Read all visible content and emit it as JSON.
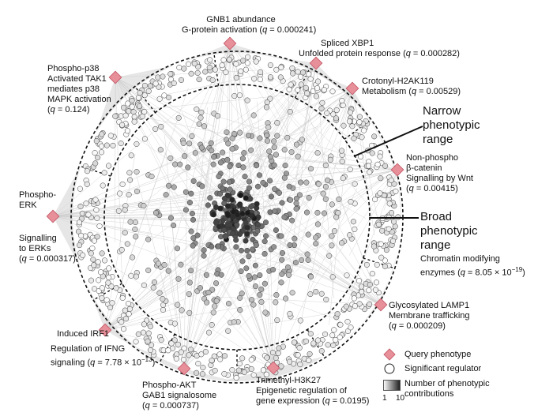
{
  "phenotypes": {
    "gnb1": {
      "l1": "GNB1 abundance",
      "l2": "G-protein activation (",
      "q_prefix": "q",
      "l2b": " = 0.000241)"
    },
    "xbp1": {
      "l1": "Spliced XBP1",
      "l2": "Unfolded protein response (",
      "q_prefix": "q",
      "l2b": " = 0.000282)"
    },
    "crot": {
      "l1": "Crotonyl-H2AK119",
      "l2": "Metabolism (",
      "q_prefix": "q",
      "l2b": " = 0.00529)"
    },
    "p38": {
      "l1": "Phospho-p38",
      "l2": "Activated TAK1",
      "l3": "mediates p38",
      "l4": "MAPK activation",
      "l5a": "(",
      "q_prefix": "q",
      "l5b": " = 0.124)"
    },
    "bcat": {
      "l1": "Non-phospho",
      "l2": "β-catenin",
      "l3": "Signalling by Wnt",
      "l4a": "(",
      "q_prefix": "q",
      "l4b": " = 0.00415)"
    },
    "erk": {
      "l1": "Phospho-",
      "l2": "ERK",
      "l3": "Signalling",
      "l4": "to ERKs",
      "l5a": "(",
      "q_prefix": "q",
      "l5b": " = 0.000317)"
    },
    "chrom": {
      "l1": "Chromatin modifying",
      "l2a": "enzymes (",
      "q_prefix": "q",
      "l2b": " = 8.05 × 10",
      "sup": "−19",
      "l2c": ")"
    },
    "lamp1": {
      "l1": "Glycosylated LAMP1",
      "l2": "Membrane trafficking",
      "l3a": "(",
      "q_prefix": "q",
      "l3b": " = 0.000209)"
    },
    "irf1": {
      "l1": "Induced IRF1",
      "l2": "Regulation of IFNG",
      "l3a": "signaling (",
      "q_prefix": "q",
      "l3b": " = 7.78 × 10",
      "sup": "−13",
      "l3c": ")"
    },
    "akt": {
      "l1": "Phospho-AKT",
      "l2": "GAB1 signalosome",
      "l3a": "(",
      "q_prefix": "q",
      "l3b": " = 0.000737)"
    },
    "h3k27": {
      "l1": "Trimethyl-H3K27",
      "l2": "Epigenetic regulation of",
      "l3a": "gene expression (",
      "q_prefix": "q",
      "l3b": " = 0.0195)"
    }
  },
  "annotations": {
    "narrow": [
      "Narrow",
      "phenotypic",
      "range"
    ],
    "broad": [
      "Broad",
      "phenotypic",
      "range"
    ]
  },
  "legend": {
    "query": "Query phenotype",
    "regulator": "Significant regulator",
    "gradient_l1": "Number of phenotypic",
    "gradient_l2": "contributions",
    "gmin": "1",
    "gmax": "10"
  },
  "colors": {
    "query_fill": "#e8909a",
    "query_stroke": "#c05060",
    "edge": "#c8c8c8"
  }
}
